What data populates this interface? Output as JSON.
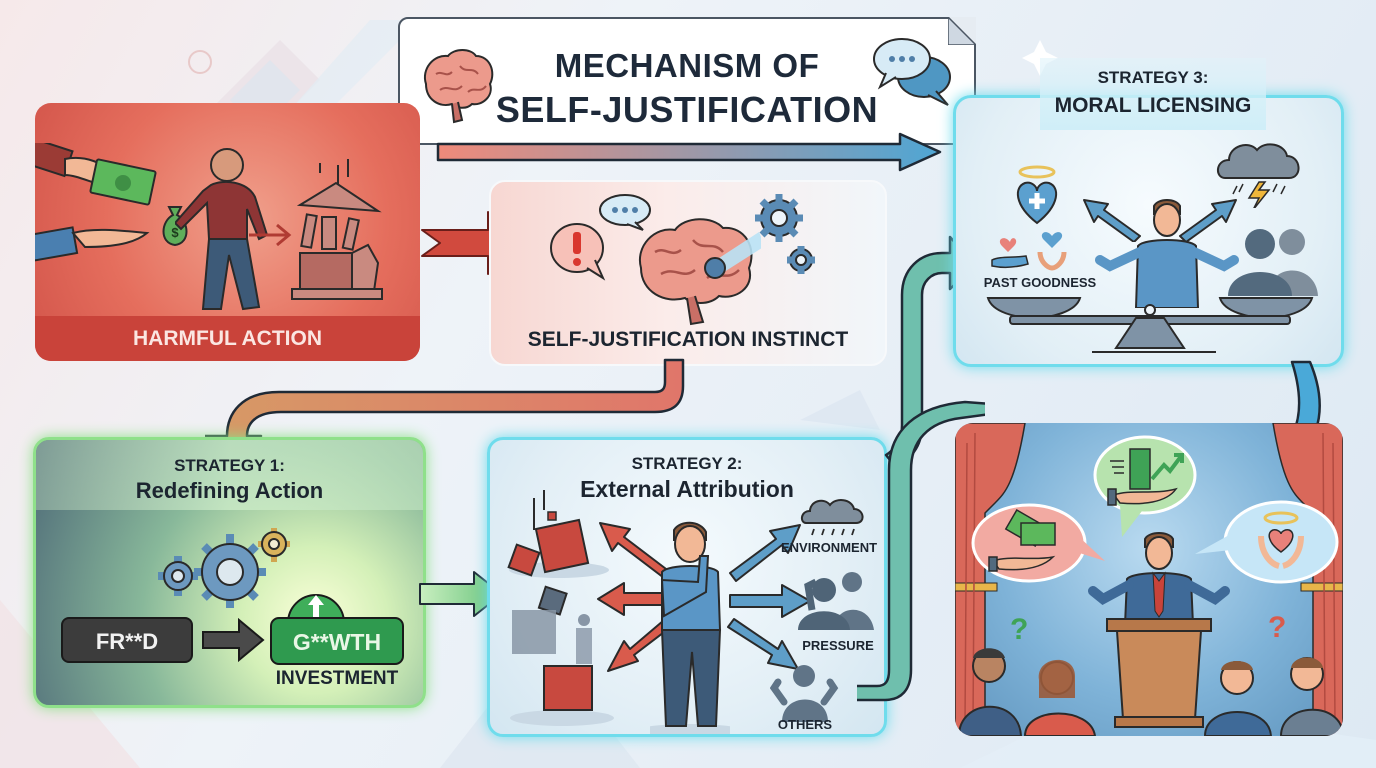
{
  "title": {
    "line1": "MECHANISM OF",
    "line2": "SELF-JUSTIFICATION",
    "icons": [
      "brain-icon",
      "speech-bubbles-icon"
    ]
  },
  "colors": {
    "harmful": "#c9433a",
    "instinct": "#f5dcd9",
    "strategy1_glow": "#7fdc7a",
    "strategy2_glow": "#5fd8e8",
    "strategy3_glow": "#5fd8e8",
    "ink": "#1c2530",
    "teal_arrow": "#6fbfad",
    "blue_arrow": "#4aa9d8"
  },
  "harmful_action": {
    "label": "HARMFUL ACTION",
    "icons": [
      "bribe-hands-icon",
      "money-bag-icon",
      "walking-man-icon",
      "collapsing-bank-icon"
    ]
  },
  "instinct": {
    "label": "SELF-JUSTIFICATION INSTINCT",
    "icons": [
      "alert-bubble-icon",
      "thinking-bubble-icon",
      "brain-icon",
      "gear-icon"
    ]
  },
  "strategy1": {
    "heading": "STRATEGY 1:",
    "subheading": "Redefining Action",
    "from_label": "FR**D",
    "to_label": "G**WTH",
    "caption": "INVESTMENT",
    "icons": [
      "gears-icon",
      "up-arrow-coin-icon"
    ]
  },
  "strategy2": {
    "heading": "STRATEGY 2:",
    "subheading": "External Attribution",
    "targets": [
      {
        "label": "ENVIRONMENT",
        "icon": "rain-cloud-icon"
      },
      {
        "label": "PRESSURE",
        "icon": "stressed-people-icon"
      },
      {
        "label": "OTHERS",
        "icon": "shrugging-person-icon"
      }
    ],
    "icons": [
      "falling-boxes-icon",
      "person-gesturing-icon"
    ]
  },
  "strategy3": {
    "heading": "STRATEGY 3:",
    "subheading": "MORAL LICENSING",
    "scale_left_label": "PAST GOODNESS",
    "icons": [
      "haloed-heart-icon",
      "giving-hands-icon",
      "storm-cloud-icon",
      "people-silhouette-icon",
      "balance-scale-icon"
    ]
  },
  "outcome": {
    "icons": [
      "speaker-podium-icon",
      "money-hand-bubble-icon",
      "growth-hand-bubble-icon",
      "halo-heart-bubble-icon",
      "question-mark-icon",
      "audience-icon",
      "stage-curtain-icon"
    ]
  }
}
